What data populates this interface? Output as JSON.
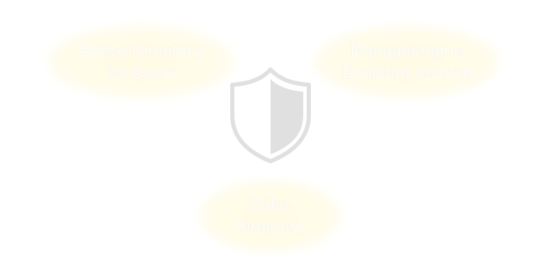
{
  "nodes": [
    {
      "line1": "Active Directory",
      "line2": "on Azure"
    },
    {
      "line1": "ManageEngine",
      "line2": "Endpoint Central"
    },
    {
      "line1": "Zoho",
      "line2": "Directory"
    }
  ],
  "center_icon": "shield-icon",
  "colors": {
    "glow": "#fffbe4",
    "shield": "#e0e0e0",
    "text": "#ffffff"
  }
}
